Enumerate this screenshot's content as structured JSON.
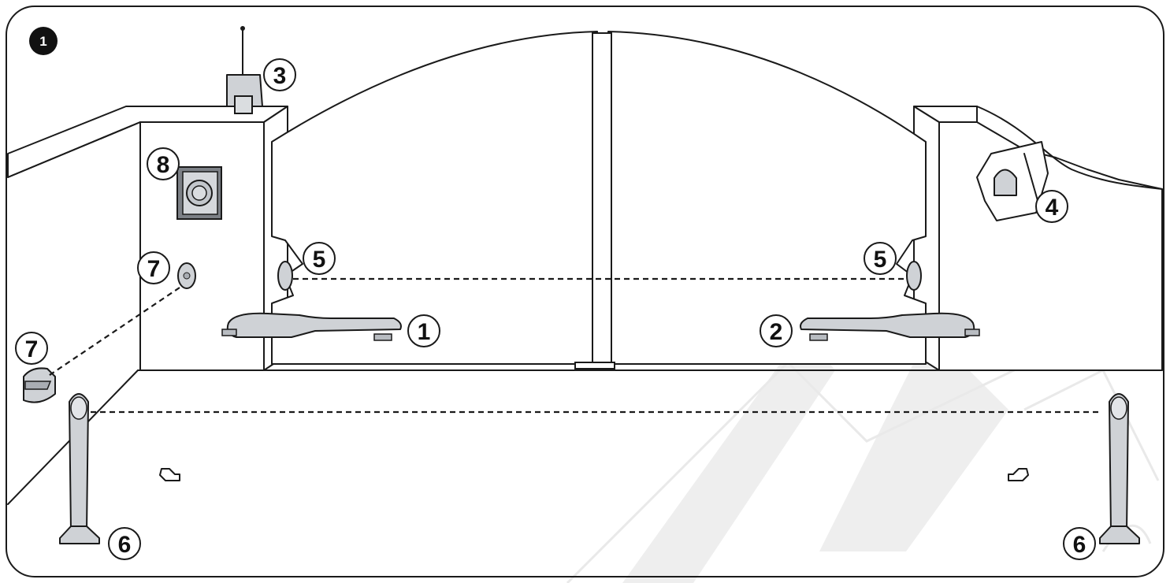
{
  "figure": {
    "number": "1",
    "colors": {
      "line": "#1a1a1a",
      "metal": "#cfd2d6",
      "badge": "#111111",
      "watermark": "#eeeeee"
    }
  },
  "callouts": [
    {
      "id": "1",
      "text": "1"
    },
    {
      "id": "2",
      "text": "2"
    },
    {
      "id": "3",
      "text": "3"
    },
    {
      "id": "4",
      "text": "4"
    },
    {
      "id": "5a",
      "text": "5"
    },
    {
      "id": "5b",
      "text": "5"
    },
    {
      "id": "6a",
      "text": "6"
    },
    {
      "id": "6b",
      "text": "6"
    },
    {
      "id": "7a",
      "text": "7"
    },
    {
      "id": "7b",
      "text": "7"
    },
    {
      "id": "8",
      "text": "8"
    }
  ],
  "icons": [
    "flashing-light-icon",
    "key-selector-icon",
    "control-unit-icon",
    "photocell-icon",
    "photocell-column-icon",
    "gear-motor-icon",
    "transmitter-icon"
  ]
}
